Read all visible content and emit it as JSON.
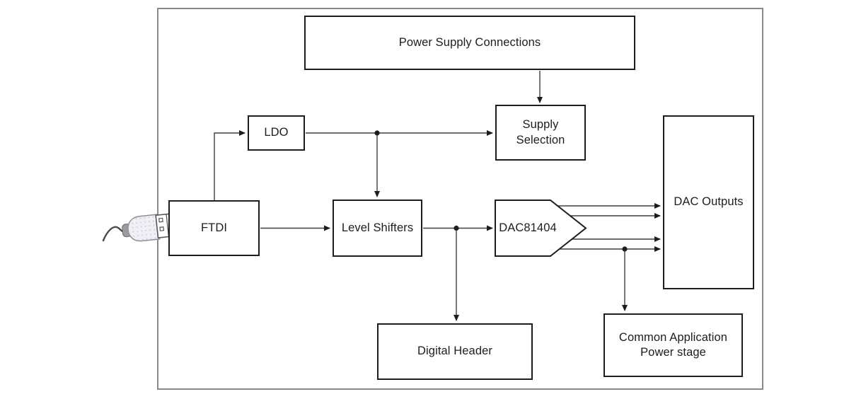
{
  "diagram": {
    "type": "block-diagram",
    "nodes": {
      "power_supply_connections": "Power Supply Connections",
      "ldo": "LDO",
      "supply_selection": "Supply\nSelection",
      "ftdi": "FTDI",
      "level_shifters": "Level Shifters",
      "dac81404": "DAC81404",
      "dac_outputs": "DAC Outputs",
      "digital_header": "Digital Header",
      "common_application_power_stage": "Common Application\nPower stage"
    },
    "icons": {
      "usb": "usb-plug-icon"
    },
    "colors": {
      "ink": "#1d1d1d",
      "connector": "#3f3f3f",
      "outer_border": "#8a8a8a",
      "background": "#ffffff",
      "usb_body": "#efeff5",
      "usb_strain_relief": "#9c9ca0"
    },
    "edges": [
      {
        "from": "usb",
        "to": "ftdi"
      },
      {
        "from": "power_supply_connections",
        "to": "supply_selection"
      },
      {
        "from": "ftdi",
        "to": "ldo"
      },
      {
        "from": "ldo",
        "to": "supply_selection"
      },
      {
        "from": "ldo",
        "to": "level_shifters"
      },
      {
        "from": "ftdi",
        "to": "level_shifters"
      },
      {
        "from": "level_shifters",
        "to": "dac81404"
      },
      {
        "from": "level_shifters",
        "to": "digital_header"
      },
      {
        "from": "dac81404",
        "to": "dac_outputs",
        "lines": 4
      },
      {
        "from": "dac81404",
        "to": "common_application_power_stage"
      }
    ]
  }
}
